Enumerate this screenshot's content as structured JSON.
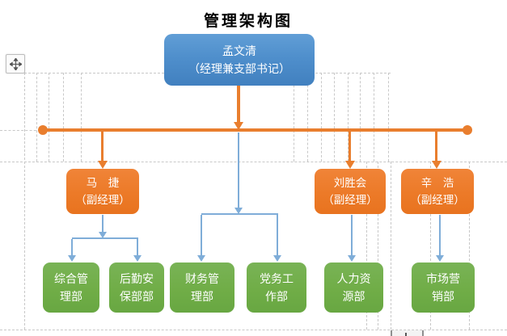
{
  "title": "管理架构图",
  "colors": {
    "root_box": "#4f8fcc",
    "deputy_box": "#ed7d31",
    "department_box": "#70ad47",
    "orange_connector": "#e97e2e",
    "blue_connector": "#7fadd8",
    "gridline": "#c8c8c8"
  },
  "icons": {
    "move_handle": "four-way-move-arrow-icon"
  },
  "org": {
    "root": {
      "name": "孟文清",
      "role": "（经理兼支部书记）"
    },
    "deputies": [
      {
        "name": "马　捷",
        "role": "（副经理）"
      },
      {
        "name": "刘胜会",
        "role": "（副经理）"
      },
      {
        "name": "辛　浩",
        "role": "（副经理）"
      }
    ],
    "departments": [
      {
        "line1": "综合管",
        "line2": "理部"
      },
      {
        "line1": "后勤安",
        "line2": "保部部"
      },
      {
        "line1": "财务管",
        "line2": "理部"
      },
      {
        "line1": "党务工",
        "line2": "作部"
      },
      {
        "line1": "人力资",
        "line2": "源部"
      },
      {
        "line1": "市场营",
        "line2": "销部"
      }
    ],
    "edges": [
      {
        "from": "孟文清",
        "to": "马　捷"
      },
      {
        "from": "孟文清",
        "to": "刘胜会"
      },
      {
        "from": "孟文清",
        "to": "辛　浩"
      },
      {
        "from": "孟文清",
        "to": "财务管理部"
      },
      {
        "from": "孟文清",
        "to": "党务工作部"
      },
      {
        "from": "马　捷",
        "to": "综合管理部"
      },
      {
        "from": "马　捷",
        "to": "后勤安保部部"
      },
      {
        "from": "刘胜会",
        "to": "人力资源部"
      },
      {
        "from": "辛　浩",
        "to": "市场营销部"
      }
    ]
  }
}
